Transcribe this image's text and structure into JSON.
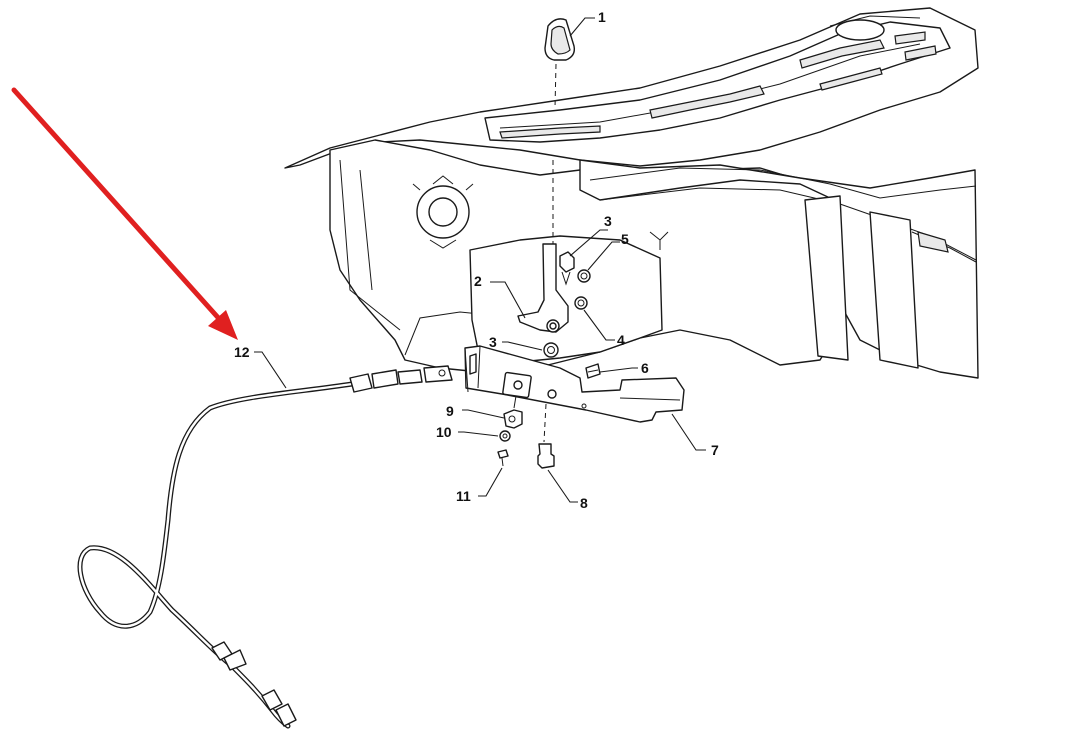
{
  "diagram": {
    "callouts": [
      {
        "id": "c1",
        "label": "1"
      },
      {
        "id": "c2",
        "label": "2"
      },
      {
        "id": "c3a",
        "label": "3"
      },
      {
        "id": "c3b",
        "label": "3"
      },
      {
        "id": "c4",
        "label": "4"
      },
      {
        "id": "c5",
        "label": "5"
      },
      {
        "id": "c6",
        "label": "6"
      },
      {
        "id": "c7",
        "label": "7"
      },
      {
        "id": "c8",
        "label": "8"
      },
      {
        "id": "c9",
        "label": "9"
      },
      {
        "id": "c10",
        "label": "10"
      },
      {
        "id": "c11",
        "label": "11"
      },
      {
        "id": "c12",
        "label": "12"
      }
    ],
    "highlight_arrow": {
      "color": "#e02020",
      "target": "12"
    },
    "line_color": "#1a1a1a",
    "background": "#ffffff"
  }
}
